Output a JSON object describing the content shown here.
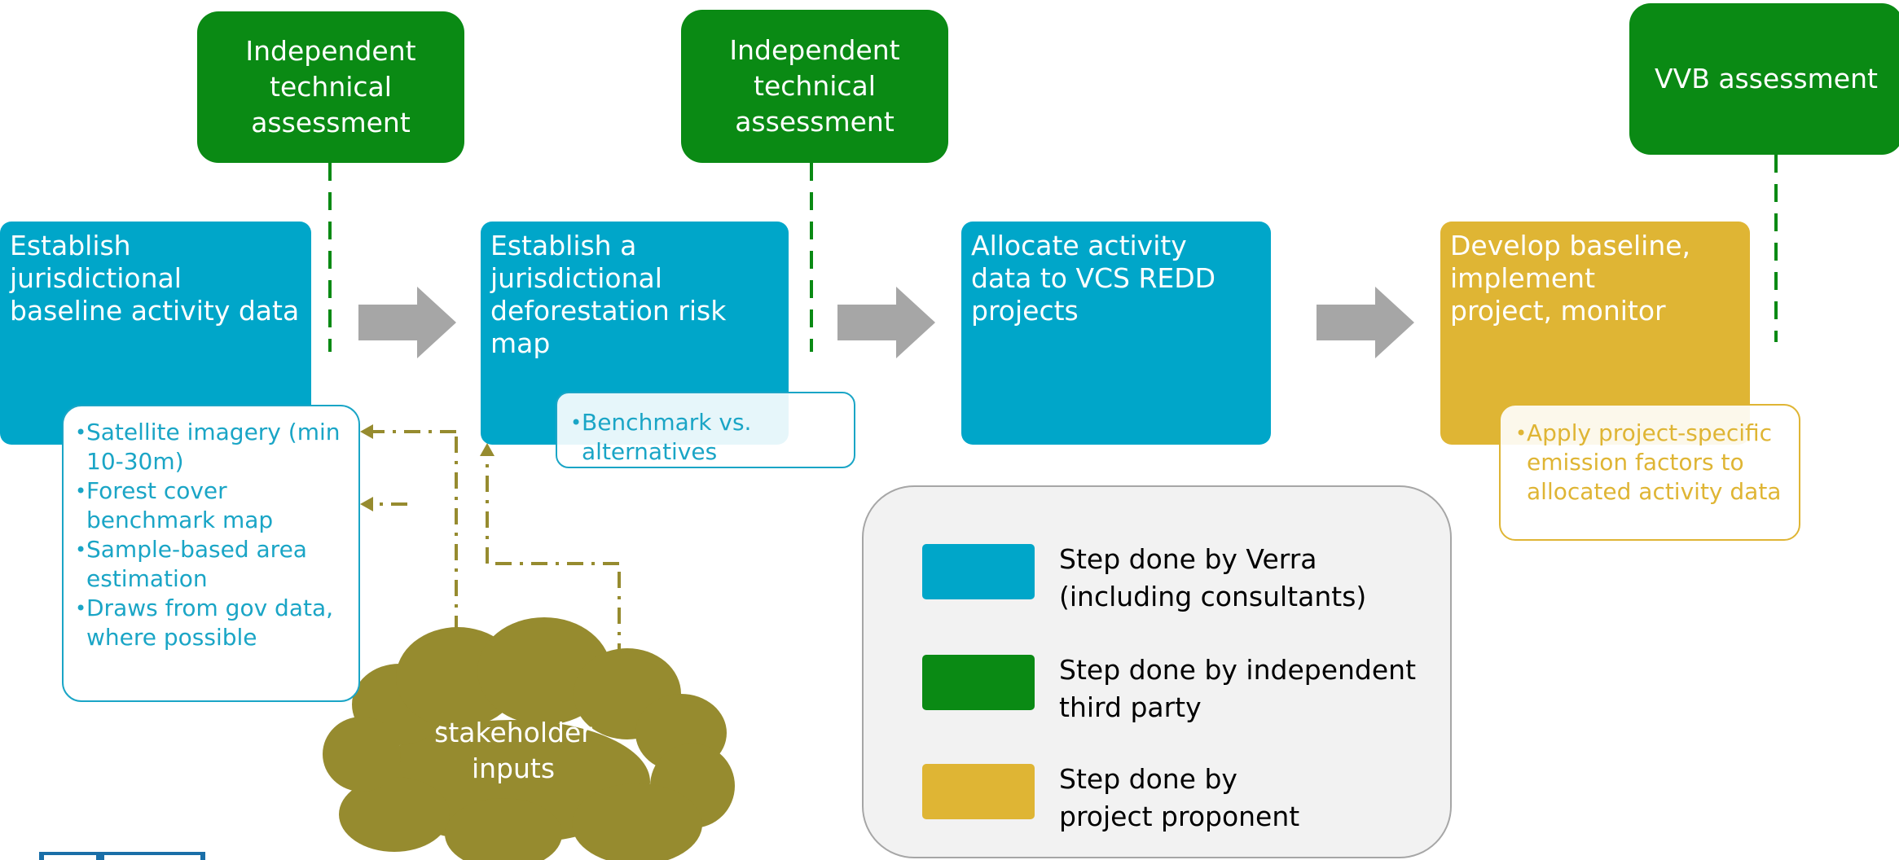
{
  "assessments": [
    {
      "label": "Independent technical assessment"
    },
    {
      "label": "Independent technical assessment"
    },
    {
      "label": "VVB assessment"
    }
  ],
  "steps": [
    {
      "label": "Establish jurisdictional baseline activity data"
    },
    {
      "label": "Establish a jurisdictional deforestation risk map"
    },
    {
      "label": "Allocate activity data to VCS REDD projects"
    },
    {
      "label": "Develop baseline, implement project, monitor"
    }
  ],
  "notes": {
    "baseline": [
      "Satellite imagery (min 10-30m)",
      "Forest cover benchmark map",
      "Sample-based area estimation",
      "Draws from gov data, where possible"
    ],
    "riskmap": [
      "Benchmark vs. alternatives"
    ],
    "project": [
      "Apply project-specific emission factors to allocated activity data"
    ]
  },
  "stakeholder": {
    "label": "stakeholder inputs"
  },
  "legend": [
    {
      "label": "Step done by Verra (including consultants)",
      "color": "#00a6c9"
    },
    {
      "label": "Step done by independent third party",
      "color": "#0a8a14"
    },
    {
      "label": "Step done by project proponent",
      "color": "#dfb534"
    }
  ],
  "colors": {
    "verra": "#00a6c9",
    "third_party": "#0a8a14",
    "proponent": "#dfb534",
    "stakeholder": "#968b2f",
    "arrow": "#a6a6a6"
  }
}
